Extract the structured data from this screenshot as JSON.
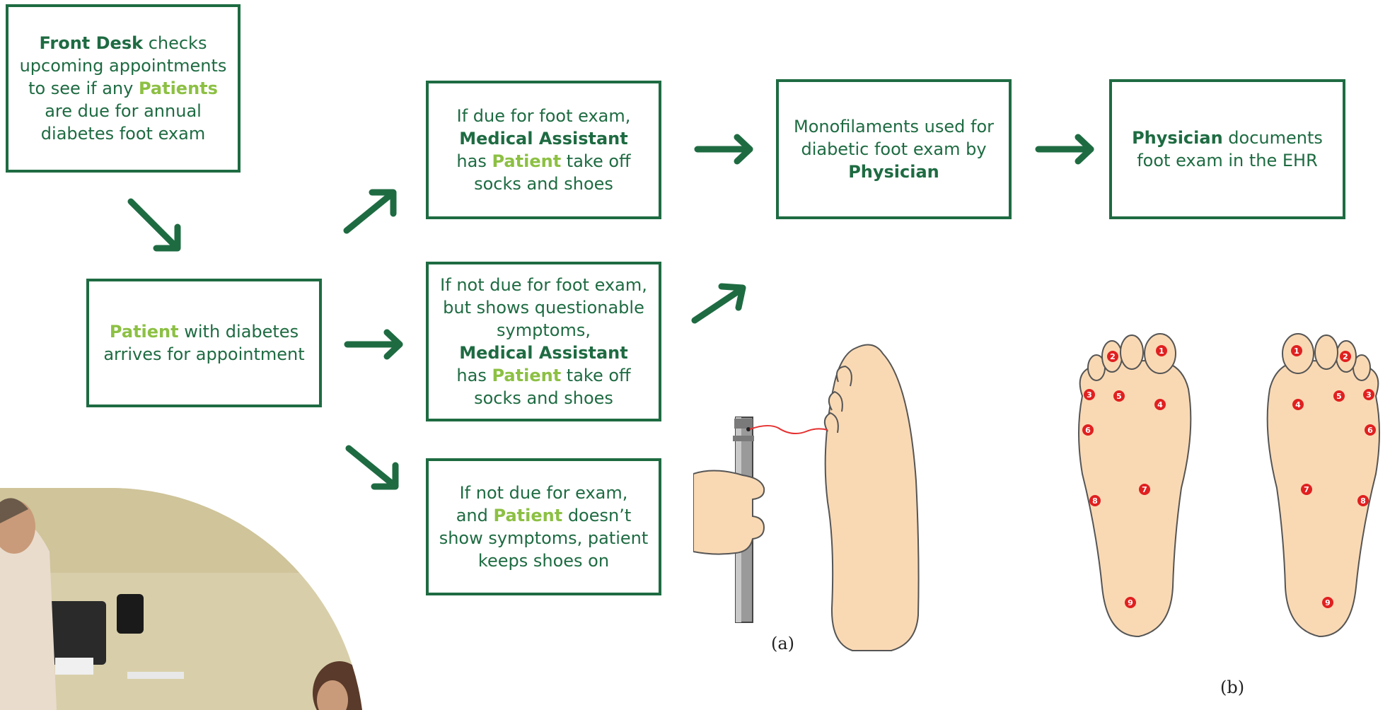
{
  "boxes": {
    "front_desk": {
      "r1": "Front Desk",
      "r2": " checks",
      "r3": "upcoming appointments",
      "r4": "to see if any ",
      "r5": "Patients",
      "r6": "are due for annual",
      "r7": "diabetes foot exam"
    },
    "arrival": {
      "r1": "Patient",
      "r2": " with diabetes",
      "r3": "arrives for appointment"
    },
    "due": {
      "r1": "If due for foot exam,",
      "r2": "Medical Assistant",
      "r3": "has ",
      "r4": "Patient",
      "r5": " take off",
      "r6": "socks and shoes"
    },
    "not_due_symptoms": {
      "r1": "If not due for foot exam,",
      "r2": "but shows questionable",
      "r3": "symptoms,",
      "r4": "Medical Assistant",
      "r5": "has ",
      "r6": "Patient",
      "r7": " take off",
      "r8": "socks and shoes"
    },
    "not_due_no_symptoms": {
      "r1": "If not due for exam,",
      "r2": "and ",
      "r3": "Patient",
      "r4": " doesn’t",
      "r5": "show symptoms, patient",
      "r6": "keeps shoes on"
    },
    "monofilament": {
      "r1": "Monofilaments used for",
      "r2": "diabetic foot exam by",
      "r3": "Physician"
    },
    "documents": {
      "r1": "Physician",
      "r2": " documents",
      "r3": "foot exam in the EHR"
    }
  },
  "figures": {
    "caption_a": "(a)",
    "caption_b": "(b)",
    "site_numbers": [
      "1",
      "2",
      "3",
      "4",
      "5",
      "6",
      "7",
      "8",
      "9"
    ]
  },
  "colors": {
    "dark_green": "#1e6b42",
    "light_green": "#8cc043",
    "skin": "#f9d9b4",
    "dot_red": "#e02020"
  }
}
